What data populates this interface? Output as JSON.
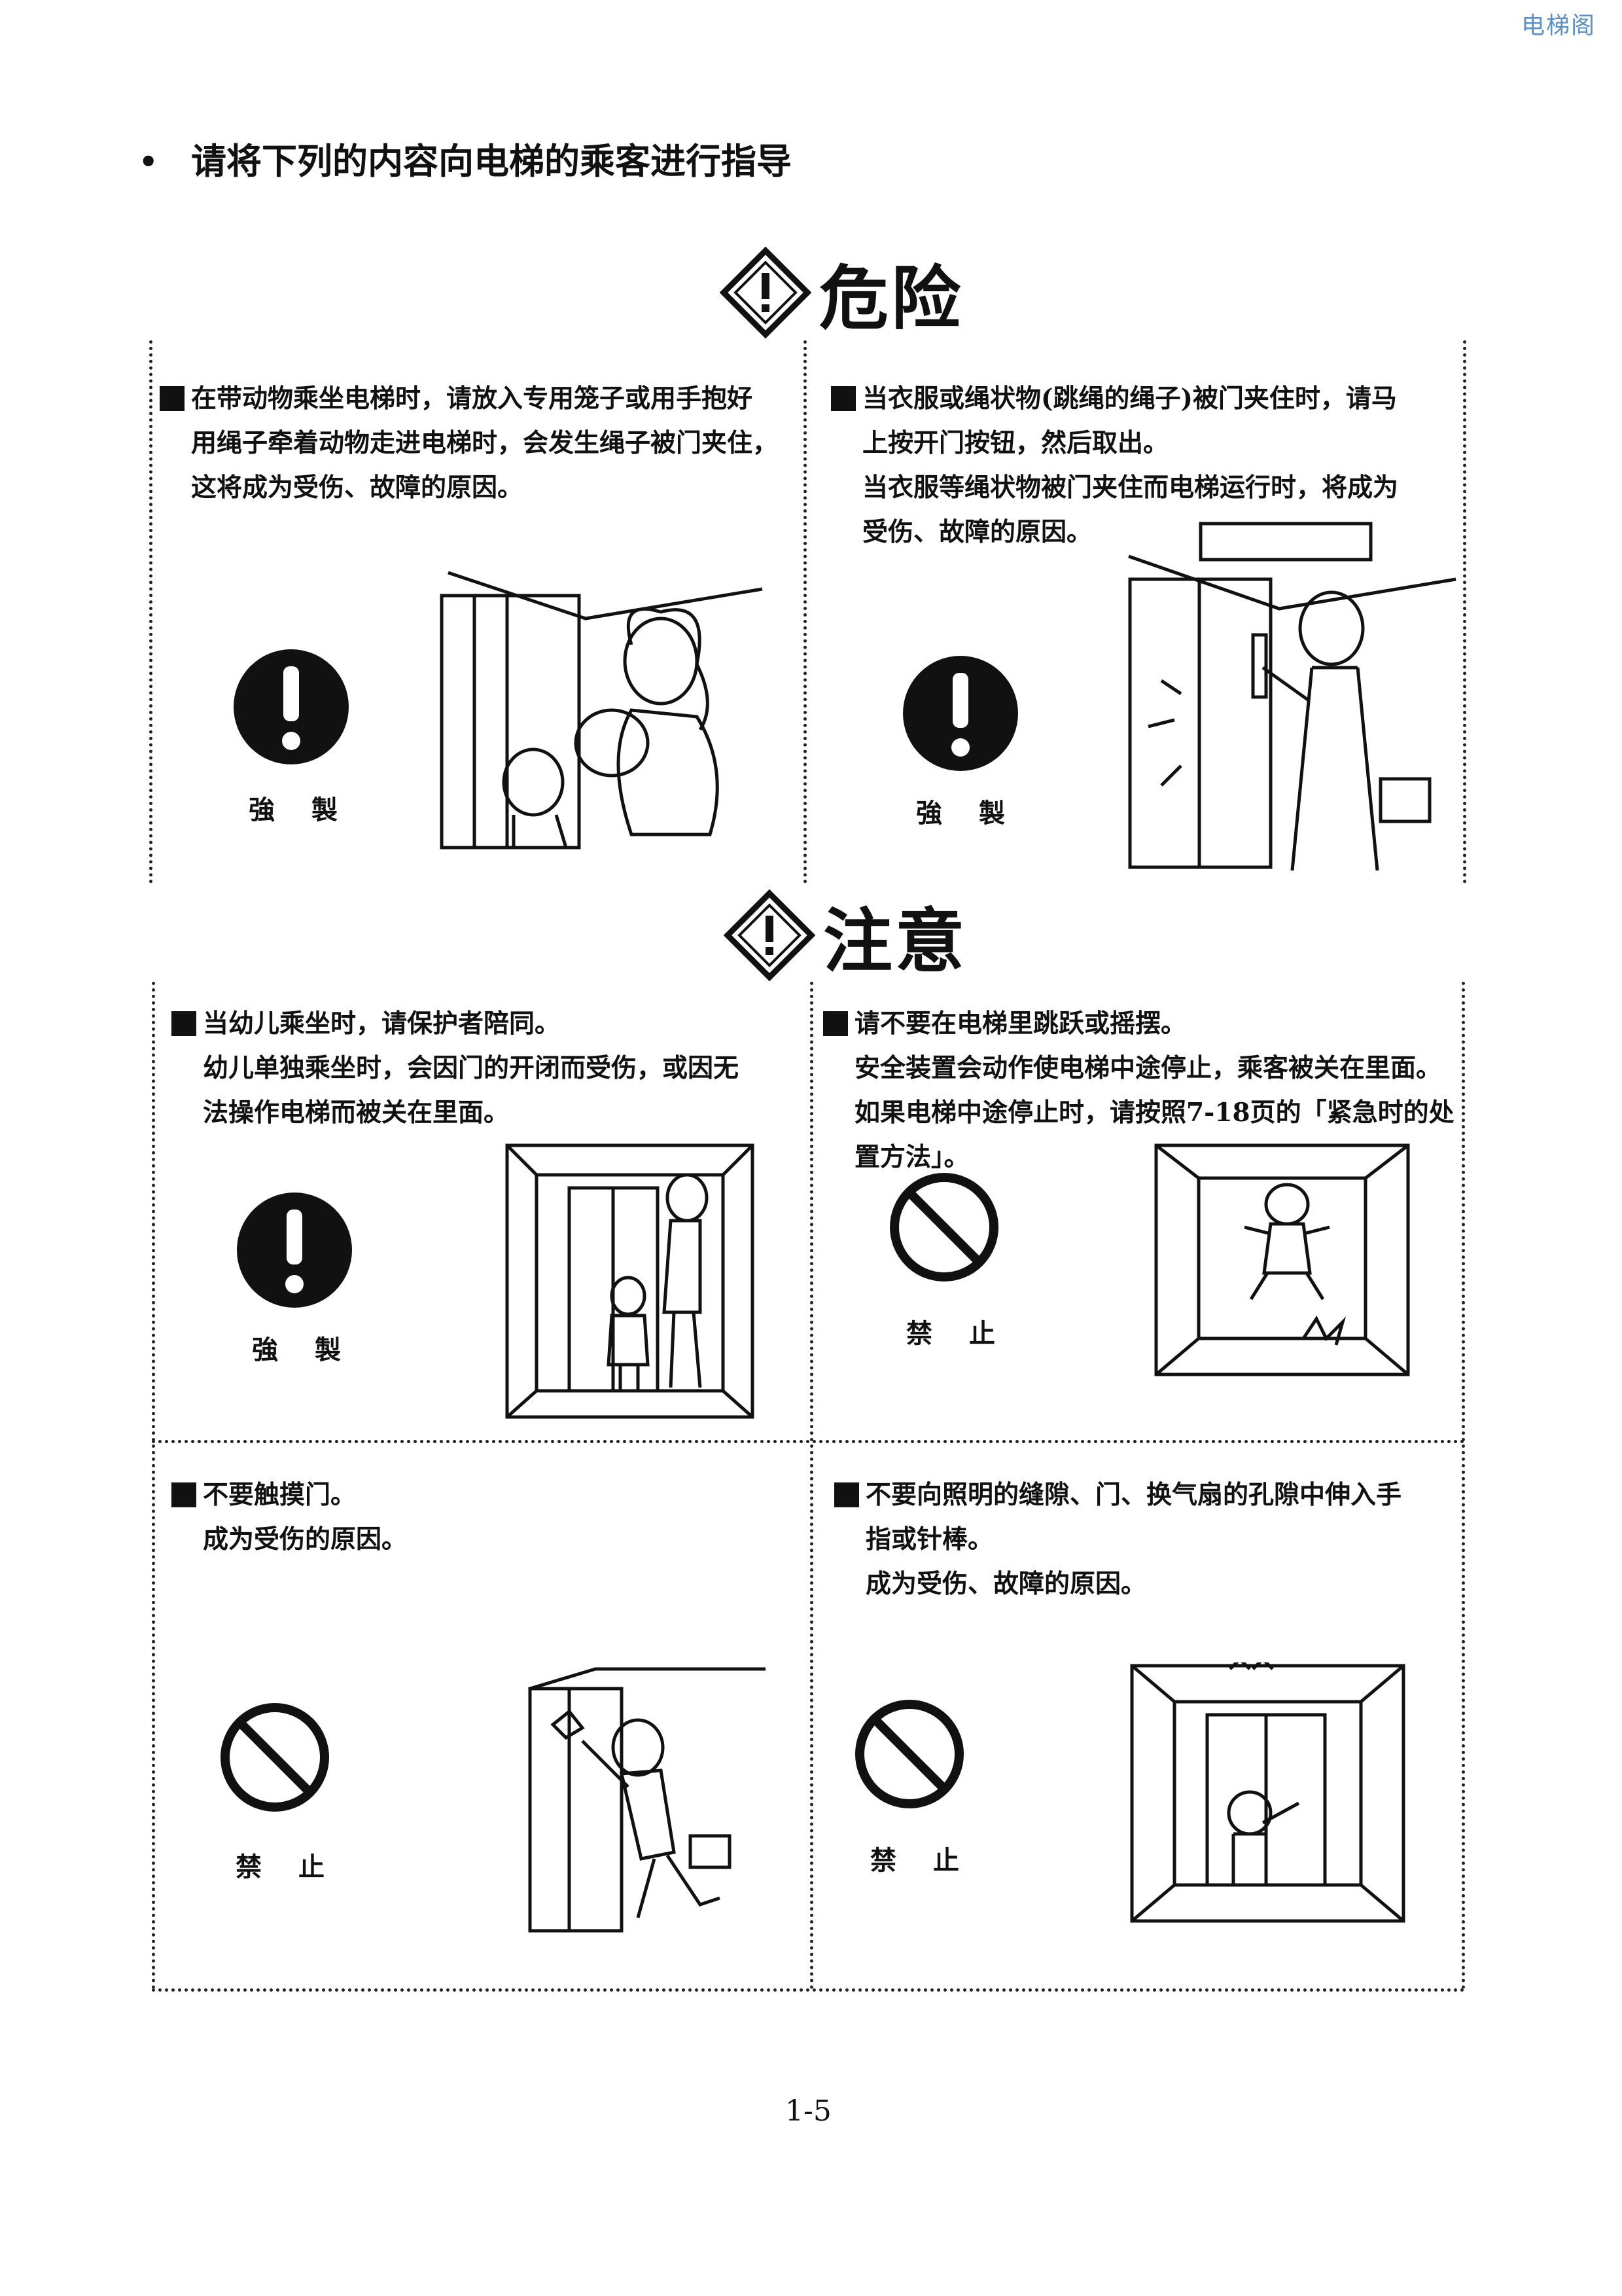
{
  "watermark": "电梯阁",
  "heading": {
    "bullet": "•",
    "text": "请将下列的内容向电梯的乘客进行指导"
  },
  "sections": {
    "danger": {
      "title": "危险",
      "icon": "warning-diamond-exclamation-icon",
      "panels": [
        {
          "lines": [
            "在带动物乘坐电梯时，请放入专用笼子或用手抱好",
            "用绳子牵着动物走进电梯时，会发生绳子被门夹住，",
            "这将成为受伤、故障的原因。"
          ],
          "symbol": "mandatory-exclamation-icon",
          "symbol_label": "強製"
        },
        {
          "lines": [
            "当衣服或绳状物(跳绳的绳子)被门夹住时，请马",
            "上按开门按钮，然后取出。",
            "当衣服等绳状物被门夹住而电梯运行时，将成为",
            "受伤、故障的原因。"
          ],
          "symbol": "mandatory-exclamation-icon",
          "symbol_label": "強製"
        }
      ]
    },
    "caution": {
      "title": "注意",
      "icon": "warning-diamond-exclamation-icon",
      "panels": [
        {
          "lines": [
            "当幼儿乘坐时，请保护者陪同。",
            "幼儿单独乘坐时，会因门的开闭而受伤，或因无",
            "法操作电梯而被关在里面。"
          ],
          "symbol": "mandatory-exclamation-icon",
          "symbol_label": "強製"
        },
        {
          "lines": [
            "请不要在电梯里跳跃或摇摆。",
            "安全装置会动作使电梯中途停止，乘客被关在里面。",
            "如果电梯中途停止时，请按照7-18页的「紧急时的处",
            "置方法」。"
          ],
          "symbol": "prohibited-icon",
          "symbol_label": "禁止"
        },
        {
          "lines": [
            "不要触摸门。",
            "成为受伤的原因。"
          ],
          "symbol": "prohibited-icon",
          "symbol_label": "禁止"
        },
        {
          "lines": [
            "不要向照明的缝隙、门、换气扇的孔隙中伸入手",
            "指或针棒。",
            "成为受伤、故障的原因。"
          ],
          "symbol": "prohibited-icon",
          "symbol_label": "禁止"
        }
      ]
    }
  },
  "page_number": "1-5"
}
